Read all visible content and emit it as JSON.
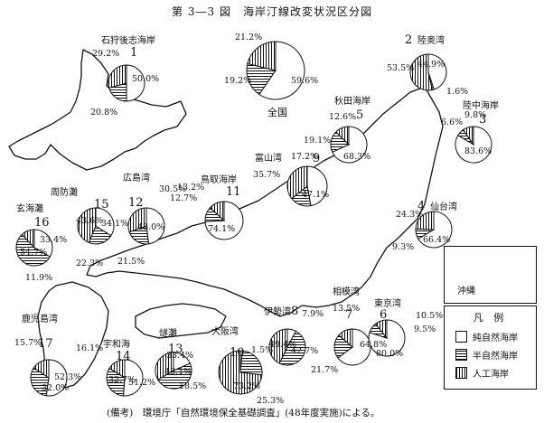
{
  "title": "第 3―3 図　海岸汀線改変状況区分図",
  "footnote": "(備考)　環境庁「自然環境保全基礎調査」(48年度実施)による。",
  "legend": {
    "title": "凡 例",
    "items": [
      {
        "label": "純自然海岸",
        "pattern": "natural"
      },
      {
        "label": "半自然海岸",
        "pattern": "semi"
      },
      {
        "label": "人工海岸",
        "pattern": "artificial"
      }
    ]
  },
  "inset_label": "沖縄",
  "colors": {
    "ink": "#111111",
    "paper": "#ffffff"
  },
  "regions": [
    {
      "key": "national",
      "name": "全国",
      "number": "",
      "natural": "59.6",
      "semi": "19.2",
      "artificial": "21.2"
    },
    {
      "key": "r1",
      "name": "石狩後志海岸",
      "number": "1",
      "natural": "50.0",
      "semi": "20.8",
      "artificial": "29.2"
    },
    {
      "key": "r2",
      "name": "陸奥湾",
      "number": "2",
      "natural": "44.9",
      "semi": "1.6",
      "artificial": "53.5"
    },
    {
      "key": "r3",
      "name": "陸中海岸",
      "number": "3",
      "natural": "83.6",
      "semi": "6.6",
      "artificial": "9.8"
    },
    {
      "key": "r4",
      "name": "仙台湾",
      "number": "4",
      "natural": "66.4",
      "semi": "9.3",
      "artificial": "24.3"
    },
    {
      "key": "r5",
      "name": "秋田海岸",
      "number": "5",
      "natural": "68.3",
      "semi": "19.1",
      "artificial": "12.6"
    },
    {
      "key": "r6",
      "name": "東京湾",
      "number": "6",
      "natural": "80.0",
      "semi": "9.5",
      "artificial": "10.5"
    },
    {
      "key": "r7",
      "name": "相模湾",
      "number": "7",
      "natural": "64.8",
      "semi": "21.7",
      "artificial": "13.5"
    },
    {
      "key": "r8",
      "name": "伊勢湾",
      "number": "8",
      "natural": "7.9",
      "semi": "49.4",
      "artificial": "42.7"
    },
    {
      "key": "r9",
      "name": "富山湾",
      "number": "9",
      "natural": "47.1",
      "semi": "17.2",
      "artificial": "35.7"
    },
    {
      "key": "r10",
      "name": "大阪湾",
      "number": "10",
      "natural": "1.5",
      "semi": "25.3",
      "artificial": "73.2"
    },
    {
      "key": "r11",
      "name": "鳥取海岸",
      "number": "11",
      "natural": "74.1",
      "semi": "12.7",
      "artificial": "13.2"
    },
    {
      "key": "r12",
      "name": "広島湾",
      "number": "12",
      "natural": "48.0",
      "semi": "21.5",
      "artificial": "30.5"
    },
    {
      "key": "r13",
      "name": "燧灘",
      "number": "13",
      "natural": "18.5",
      "semi": "48.1",
      "artificial": "33.4"
    },
    {
      "key": "r14",
      "name": "宇和海",
      "number": "14",
      "natural": "51.2",
      "semi": "32.7",
      "artificial": "16.1"
    },
    {
      "key": "r15",
      "name": "周防灘",
      "number": "15",
      "natural": "34.1",
      "semi": "22.3",
      "artificial": "43.6"
    },
    {
      "key": "r16",
      "name": "玄海灘",
      "number": "16",
      "natural": "33.4",
      "semi": "54.7",
      "artificial": "11.9"
    },
    {
      "key": "r17",
      "name": "鹿児島湾",
      "number": "17",
      "natural": "52.3",
      "semi": "32.0",
      "artificial": "15.7"
    }
  ]
}
